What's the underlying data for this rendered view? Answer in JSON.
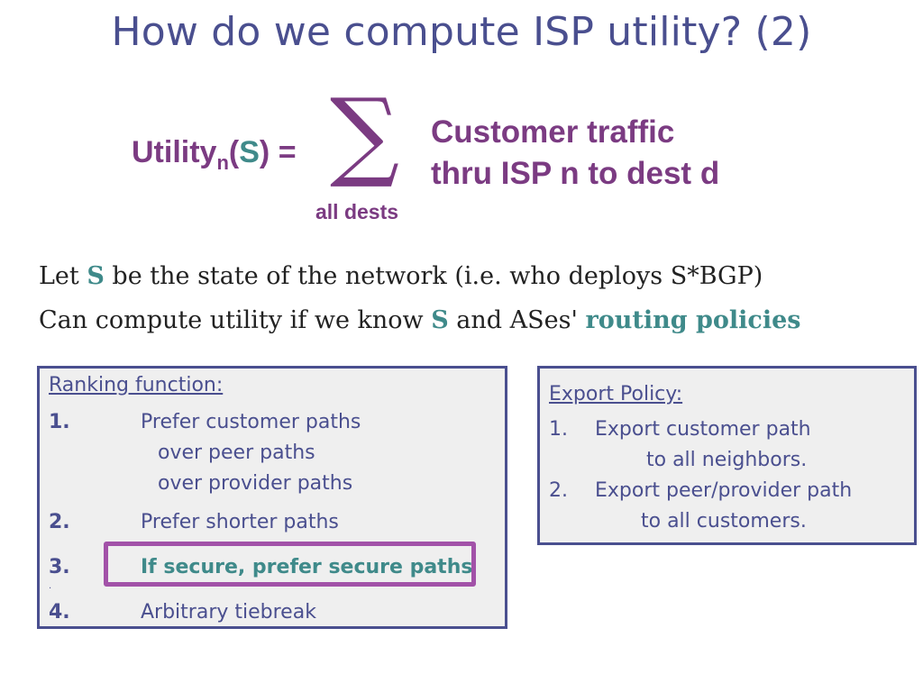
{
  "title": "How do we compute ISP utility? (2)",
  "formula": {
    "lhs_main": "Utility",
    "lhs_sub": "n",
    "lhs_open": "(",
    "lhs_var": "S",
    "lhs_close": ") =",
    "sigma": "∑",
    "sigma_sub": "all dests",
    "rhs_line1": "Customer traffic",
    "rhs_line2": "thru ISP n to dest d"
  },
  "text": {
    "line1_pre": "Let ",
    "line1_var": "S",
    "line1_post": " be the state of the network (i.e. who deploys S*BGP)",
    "line2_pre": "Can compute utility if we know ",
    "line2_var": "S",
    "line2_mid": " and ASes' ",
    "line2_hl": "routing policies"
  },
  "ranking": {
    "heading": "Ranking function:",
    "items": [
      {
        "num": "1.",
        "lines": [
          "Prefer customer paths",
          "over peer paths",
          "over provider paths"
        ]
      },
      {
        "num": "2.",
        "lines": [
          "Prefer shorter paths"
        ]
      },
      {
        "num": "3.",
        "lines": [
          "If secure, prefer secure paths"
        ]
      },
      {
        "num": "4.",
        "lines": [
          "Arbitrary tiebreak"
        ]
      }
    ],
    "stray_dot": "."
  },
  "export": {
    "heading": "Export Policy:",
    "items": [
      {
        "num": "1.",
        "lines": [
          "Export customer path",
          "to all neighbors."
        ]
      },
      {
        "num": "2.",
        "lines": [
          "Export peer/provider path",
          "to all customers."
        ]
      }
    ]
  },
  "colors": {
    "title": "#4a4f8f",
    "formula": "#7b3b82",
    "accent": "#3f8a8a",
    "box_border": "#4a4f8f",
    "box_bg": "#efefef",
    "highlight": "#a252a8"
  }
}
